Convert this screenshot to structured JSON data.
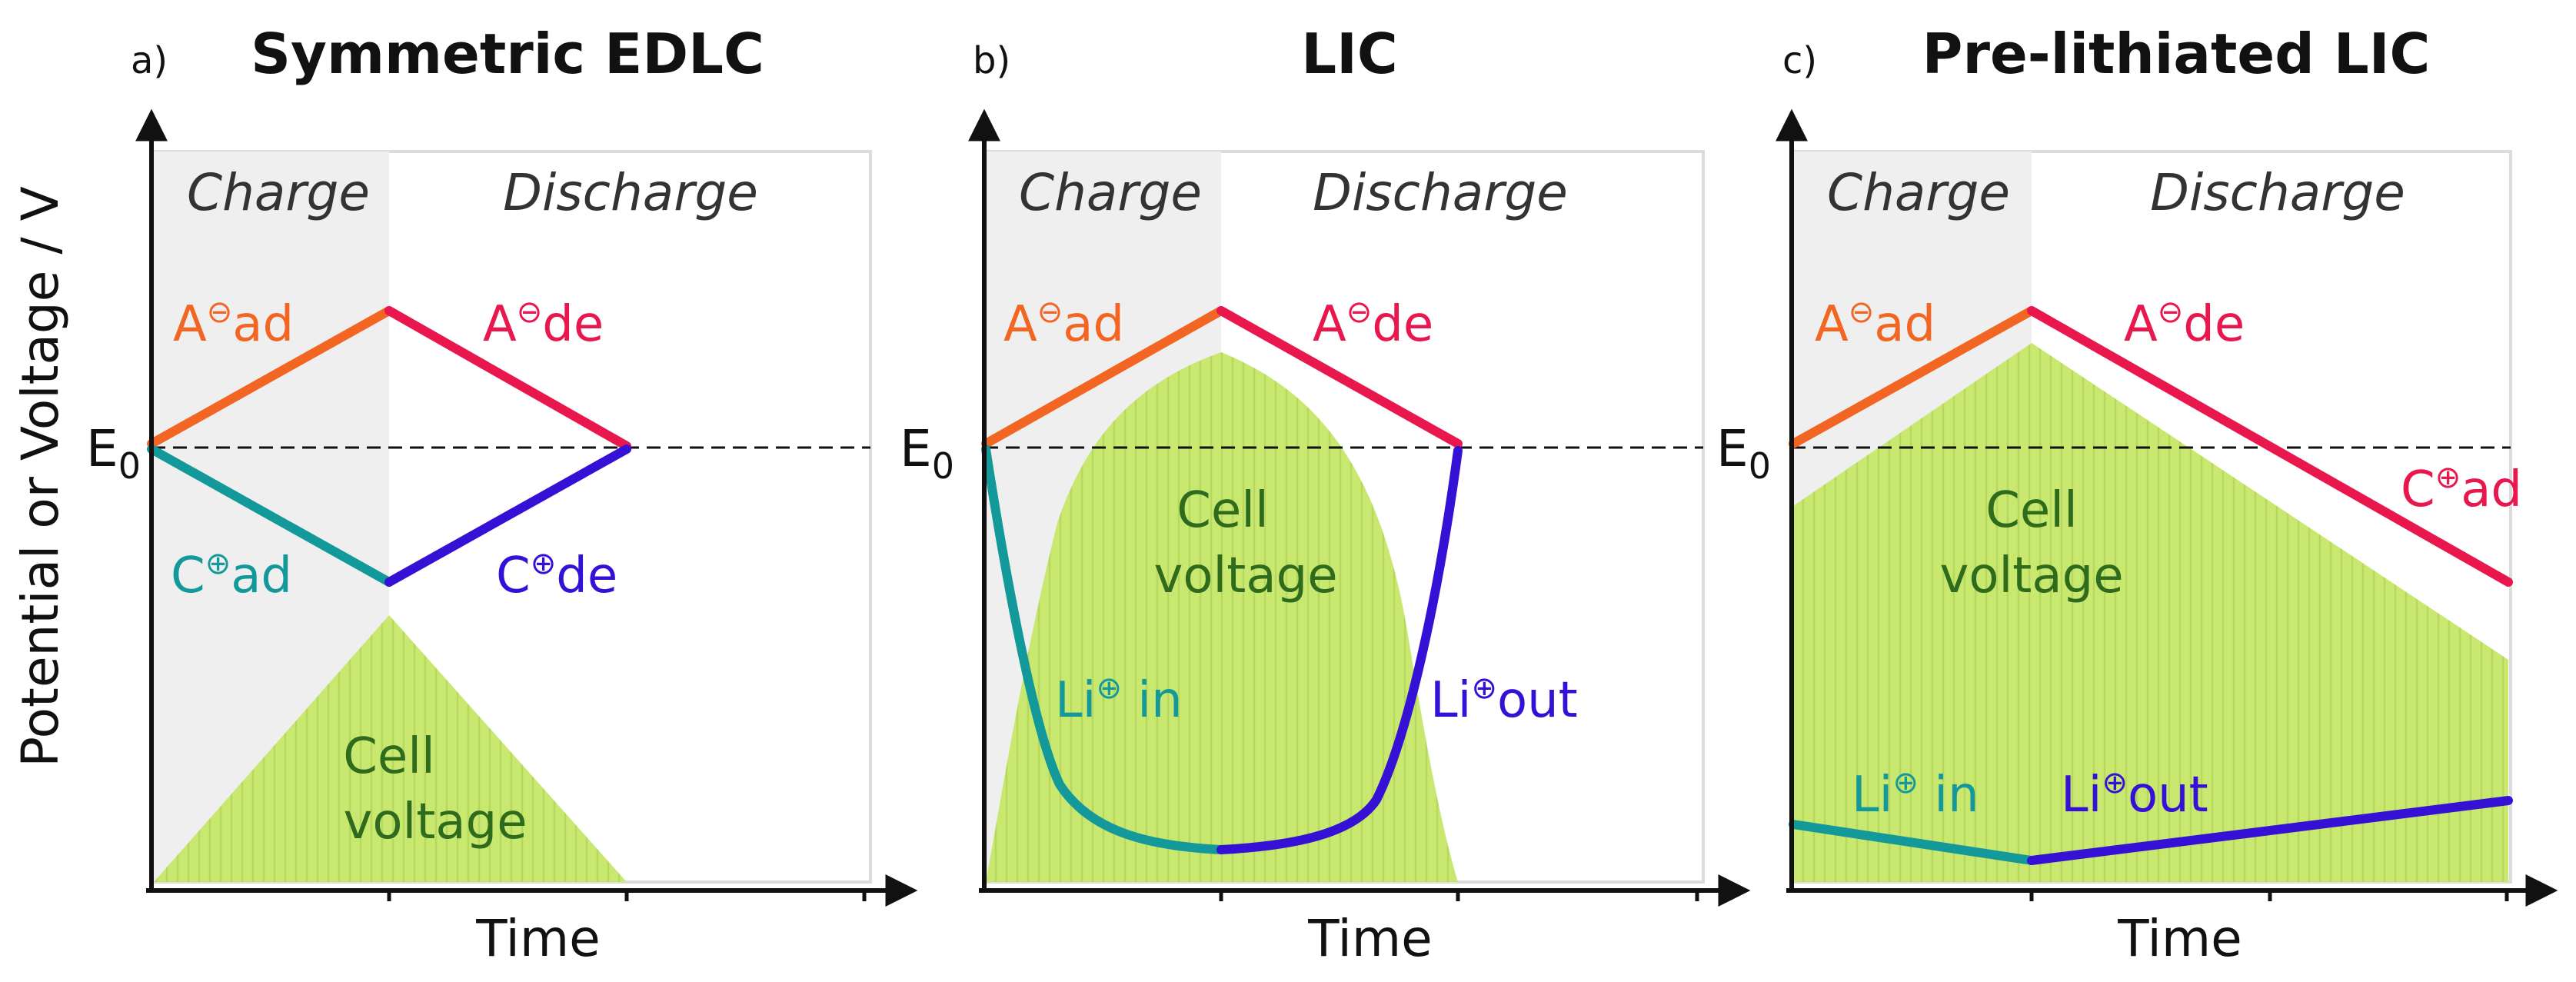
{
  "y_axis_label": "Potential or Voltage / V",
  "x_axis_label": "Time",
  "e0_label": "E",
  "e0_subscript": "0",
  "phase_labels": {
    "charge": "Charge",
    "discharge": "Discharge"
  },
  "colors": {
    "anion_adsorption": "#f26522",
    "anion_desorption": "#e8174d",
    "cation_adsorption": "#14999a",
    "cation_desorption": "#3511d6",
    "cell_voltage_fill": "#c6e66c",
    "cell_voltage_text": "#2f6b1c",
    "charge_background": "#efefef"
  },
  "panels": [
    {
      "letter": "a)",
      "title": "Symmetric EDLC",
      "labels": {
        "anion_ad": {
          "base": "A",
          "sign": "⊖",
          "suffix": "ad"
        },
        "anion_de": {
          "base": "A",
          "sign": "⊖",
          "suffix": "de"
        },
        "cation_ad": {
          "base": "C",
          "sign": "⊕",
          "suffix": "ad"
        },
        "cation_de": {
          "base": "C",
          "sign": "⊕",
          "suffix": "de"
        },
        "cell_line1": "Cell",
        "cell_line2": "voltage"
      }
    },
    {
      "letter": "b)",
      "title": "LIC",
      "labels": {
        "anion_ad": {
          "base": "A",
          "sign": "⊖",
          "suffix": "ad"
        },
        "anion_de": {
          "base": "A",
          "sign": "⊖",
          "suffix": "de"
        },
        "li_in": {
          "base": "Li",
          "sign": "⊕",
          "suffix": " in"
        },
        "li_out": {
          "base": "Li",
          "sign": "⊕",
          "suffix": "out"
        },
        "cell_line1": "Cell",
        "cell_line2": "voltage"
      }
    },
    {
      "letter": "c)",
      "title": "Pre-lithiated LIC",
      "labels": {
        "anion_ad": {
          "base": "A",
          "sign": "⊖",
          "suffix": "ad"
        },
        "anion_de": {
          "base": "A",
          "sign": "⊖",
          "suffix": "de"
        },
        "cation_ad": {
          "base": "C",
          "sign": "⊕",
          "suffix": "ad"
        },
        "li_in": {
          "base": "Li",
          "sign": "⊕",
          "suffix": " in"
        },
        "li_out": {
          "base": "Li",
          "sign": "⊕",
          "suffix": "out"
        },
        "cell_line1": "Cell",
        "cell_line2": "voltage"
      }
    }
  ]
}
